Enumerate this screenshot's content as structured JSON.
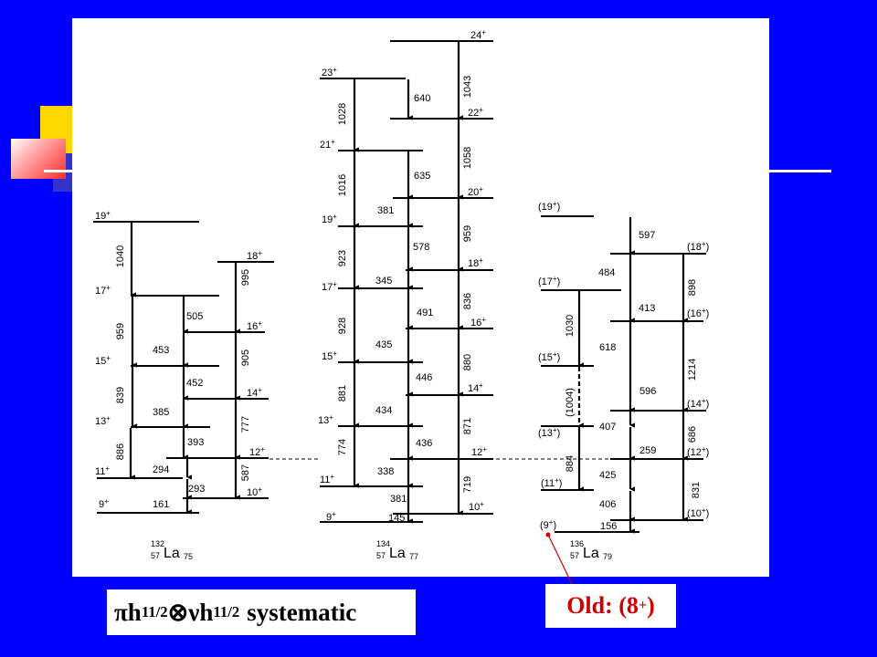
{
  "colors": {
    "background": "#0000ff",
    "panel": "#ffffff",
    "old_label": "#cc0000",
    "arrow_old": "#cc0000"
  },
  "caption": {
    "left_text": "πh11/2⊗νh11/2 systematic",
    "pi": "π",
    "h1": "h",
    "sub1": "11/2",
    "otimes": "⊗",
    "nu": "ν",
    "h2": "h",
    "sub2": "11/2",
    "tail": "systematic"
  },
  "old_note": {
    "prefix": "Old: (8",
    "sup": "+",
    "suffix": ")"
  },
  "nuclei": [
    {
      "mass": "132",
      "z": "57",
      "symbol": "La",
      "n": "75"
    },
    {
      "mass": "134",
      "z": "57",
      "symbol": "La",
      "n": "77"
    },
    {
      "mass": "136",
      "z": "57",
      "symbol": "La",
      "n": "79"
    }
  ],
  "levels": {
    "la132": [
      "19+",
      "18+",
      "17+",
      "16+",
      "15+",
      "14+",
      "13+",
      "12+",
      "11+",
      "10+",
      "9+"
    ],
    "la134": [
      "24+",
      "23+",
      "22+",
      "21+",
      "20+",
      "19+",
      "18+",
      "17+",
      "16+",
      "15+",
      "14+",
      "13+",
      "12+",
      "11+",
      "10+",
      "9+"
    ],
    "la136": [
      "(19+)",
      "(18+)",
      "(17+)",
      "(16+)",
      "(15+)",
      "(14+)",
      "(13+)",
      "(12+)",
      "(11+)",
      "(10+)",
      "(9+)"
    ]
  },
  "energies": {
    "la132": [
      "1040",
      "959",
      "839",
      "886",
      "505",
      "453",
      "452",
      "385",
      "393",
      "294",
      "293",
      "161",
      "995",
      "905",
      "777",
      "587"
    ],
    "la134": [
      "1028",
      "640",
      "1043",
      "1016",
      "635",
      "1058",
      "923",
      "381",
      "959",
      "578",
      "345",
      "928",
      "836",
      "491",
      "435",
      "881",
      "880",
      "446",
      "434",
      "871",
      "774",
      "436",
      "338",
      "719",
      "381",
      "145"
    ],
    "la136": [
      "597",
      "484",
      "898",
      "1030",
      "413",
      "618",
      "1214",
      "(1004)",
      "596",
      "407",
      "686",
      "259",
      "884",
      "425",
      "406",
      "831",
      "156"
    ]
  }
}
